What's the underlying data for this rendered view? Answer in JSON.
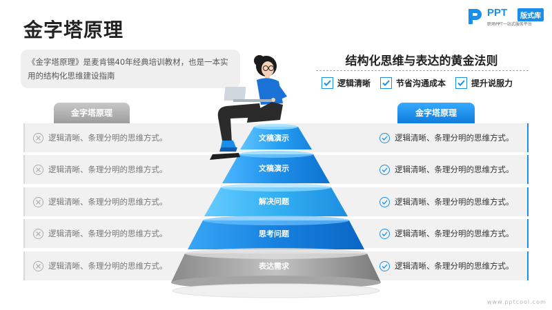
{
  "page": {
    "title": "金字塔原理"
  },
  "logo": {
    "name": "PPT",
    "badge": "版式库",
    "tagline": "职场PPT一站式服务平台"
  },
  "intro": {
    "text": "《金字塔原理》是麦肯锡40年经典培训教材，也是一本实用的结构化思维建设指南"
  },
  "rules": {
    "title": "结构化思维与表达的黄金法则",
    "items": [
      {
        "label": "逻辑清晰"
      },
      {
        "label": "节省沟通成本"
      },
      {
        "label": "提升说服力"
      }
    ]
  },
  "columns": {
    "left_tag": "金字塔原理",
    "right_tag": "金字塔原理"
  },
  "rows": [
    {
      "left": "逻辑清晰、条理分明的思维方式。",
      "right": "逻辑清晰、条理分明的思维方式。",
      "tier": "文稿演示"
    },
    {
      "left": "逻辑清晰、条理分明的思维方式。",
      "right": "逻辑清晰、条理分明的思维方式。",
      "tier": "文稿演示"
    },
    {
      "left": "逻辑清晰、条理分明的思维方式。",
      "right": "逻辑清晰、条理分明的思维方式。",
      "tier": "解决问题"
    },
    {
      "left": "逻辑清晰、条理分明的思维方式。",
      "right": "逻辑清晰、条理分明的思维方式。",
      "tier": "思考问题"
    },
    {
      "left": "逻辑清晰、条理分明的思维方式。",
      "right": "逻辑清晰、条理分明的思维方式。",
      "tier": "表达需求"
    }
  ],
  "colors": {
    "accent": "#1a8ee8",
    "tier_1": "#3aa6f0",
    "tier_2": "#1f93ea",
    "tier_3": "#35b3f2",
    "tier_4": "#1982e0",
    "tier_5": "#9a9a9a"
  },
  "watermark": "www.pptcool.com"
}
